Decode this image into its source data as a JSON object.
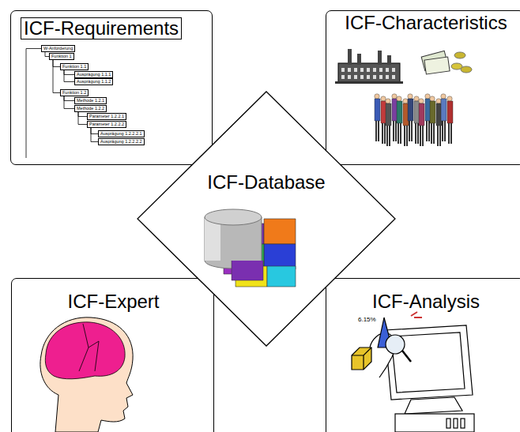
{
  "diagram": {
    "nodes": [
      {
        "text": [
          "ICF-Requirements"
        ]
      },
      {
        "text": [
          "ICF-Characteristics"
        ]
      },
      {
        "text": [
          "ICF-Database"
        ]
      },
      {
        "text": [
          "ICF-Expert"
        ]
      },
      {
        "text": [
          "ICF-Analysis"
        ]
      }
    ],
    "labels": [
      "W-Anforderung",
      "Funktion 1",
      "Funktion 1.1",
      "Ausprägung 1.1.1",
      "Ausprägung 1.1.2",
      "Funktion 1.2",
      "Methode 1.2.1",
      "Methode 1.2.2",
      "Parameter 1.2.2.1",
      "Parameter 1.2.2.2",
      "Ausprägung 1.2.2.2.1",
      "Ausprägung 1.2.2.2.2",
      "6.15%"
    ]
  }
}
